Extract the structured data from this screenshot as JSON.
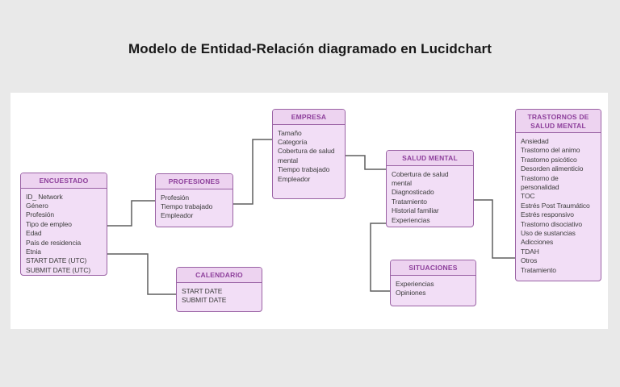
{
  "page": {
    "title": "Modelo de Entidad-Relación diagramado en Lucidchart"
  },
  "colors": {
    "page_background": "#e9e9e9",
    "canvas_background": "#ffffff",
    "entity_header_fill": "#edd3f0",
    "entity_body_fill": "#f2def6",
    "entity_border": "#9a62a4",
    "entity_title_text": "#8d3f9b",
    "field_text": "#3d3d3d",
    "connector": "#5e5e5e"
  },
  "entities": [
    {
      "name": "ENCUESTADO",
      "fields": [
        "ID_ Network",
        "Género",
        "Profesión",
        "Tipo de empleo",
        "Edad",
        "País de residencia",
        "Etnia",
        "START DATE (UTC)",
        "SUBMIT DATE (UTC)"
      ]
    },
    {
      "name": "PROFESIONES",
      "fields": [
        "Profesión",
        "Tiempo trabajado",
        "Empleador"
      ]
    },
    {
      "name": "CALENDARIO",
      "fields": [
        "START DATE",
        "SUBMIT DATE"
      ]
    },
    {
      "name": "EMPRESA",
      "fields": [
        "Tamaño",
        "Categoría",
        "Cobertura de salud mental",
        "Tiempo trabajado",
        "Empleador"
      ]
    },
    {
      "name": "SALUD MENTAL",
      "fields": [
        "Cobertura de salud mental",
        "Diagnosticado",
        "Tratamiento",
        "Historial familiar",
        "Experiencias"
      ]
    },
    {
      "name": "SITUACIONES",
      "fields": [
        "Experiencias",
        "Opiniones"
      ]
    },
    {
      "name": "TRASTORNOS DE SALUD MENTAL",
      "fields": [
        "Ansiedad",
        "Trastorno del animo",
        "Trastorno psicótico",
        "Desorden alimenticio",
        "Trastorno de personalidad",
        "TOC",
        "Estrés Post Traumático",
        "Estrés responsivo",
        "Trastorno disociativo",
        "Uso de sustancias",
        "Adicciones",
        "TDAH",
        "Otros",
        "Tratamiento"
      ]
    }
  ],
  "relationships": [
    {
      "from": "ENCUESTADO",
      "to": "PROFESIONES"
    },
    {
      "from": "ENCUESTADO",
      "to": "CALENDARIO"
    },
    {
      "from": "PROFESIONES",
      "to": "EMPRESA"
    },
    {
      "from": "EMPRESA",
      "to": "SALUD MENTAL"
    },
    {
      "from": "SALUD MENTAL",
      "to": "SITUACIONES"
    },
    {
      "from": "SALUD MENTAL",
      "to": "TRASTORNOS DE SALUD MENTAL"
    }
  ]
}
